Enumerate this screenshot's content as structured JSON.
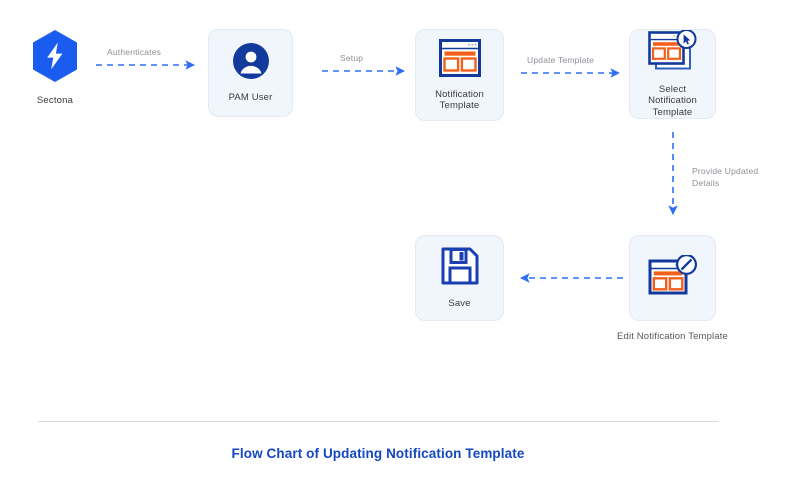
{
  "diagram": {
    "title": "Flow Chart of Updating Notification Template",
    "colors": {
      "node_fill": "#f1f6fd",
      "node_border": "#e4eaf4",
      "arrow": "#2d6ef5",
      "accent_blue": "#1447c4",
      "icon_blue": "#12399c",
      "icon_orange": "#f4601b",
      "label_gray": "#8c9096",
      "title_blue": "#1447c4"
    },
    "nodes": [
      {
        "id": "sectona",
        "label": "Sectona",
        "icon": "sectona-hexagon-bolt-icon",
        "boxed": false
      },
      {
        "id": "pam-user",
        "label": "PAM User",
        "icon": "user-circle-icon",
        "boxed": true
      },
      {
        "id": "notification-template",
        "label": "Notification\nTemplate",
        "icon": "template-window-icon",
        "boxed": true
      },
      {
        "id": "select-notification-template",
        "label": "Select\nNotification\nTemplate",
        "icon": "template-window-cursor-icon",
        "boxed": true
      },
      {
        "id": "edit-notification-template",
        "label": "Edit Notification Template",
        "icon": "template-window-pencil-icon",
        "boxed": true,
        "label_outside": true
      },
      {
        "id": "save",
        "label": "Save",
        "icon": "floppy-disk-save-icon",
        "boxed": true
      }
    ],
    "connectors": [
      {
        "id": "authenticates",
        "label": "Authenticates",
        "from": "sectona",
        "to": "pam-user",
        "direction": "right",
        "style": "dashed"
      },
      {
        "id": "setup",
        "label": "Setup",
        "from": "pam-user",
        "to": "notification-template",
        "direction": "right",
        "style": "dashed"
      },
      {
        "id": "update-template",
        "label": "Update Template",
        "from": "notification-template",
        "to": "select-notification-template",
        "direction": "right",
        "style": "dashed"
      },
      {
        "id": "provide-updated-details",
        "label": "Provide Updated\nDetails",
        "from": "select-notification-template",
        "to": "edit-notification-template",
        "direction": "down",
        "style": "dashed"
      },
      {
        "id": "edit-to-save",
        "label": "",
        "from": "edit-notification-template",
        "to": "save",
        "direction": "left",
        "style": "dashed"
      }
    ]
  }
}
